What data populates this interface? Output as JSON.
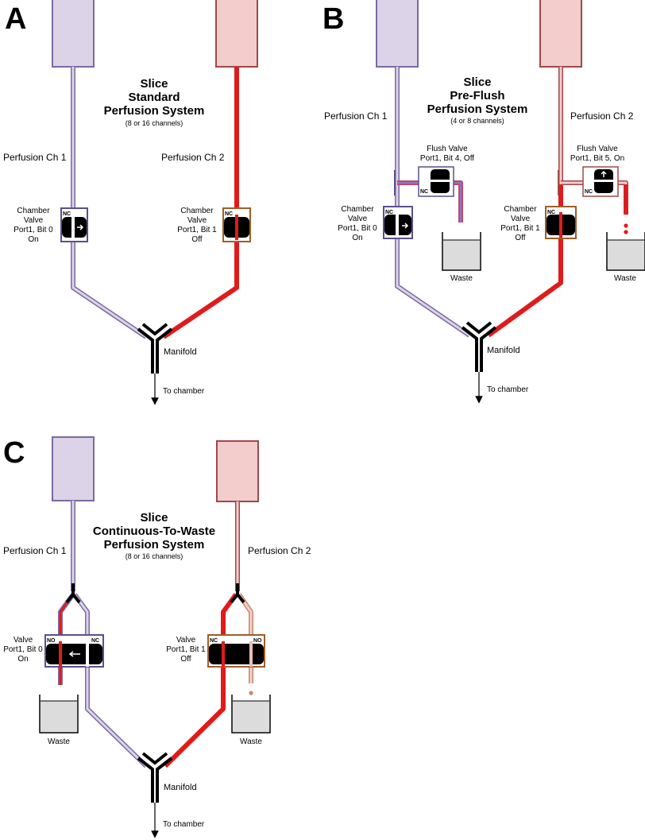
{
  "colors": {
    "ch1_fill": "#dcd3e8",
    "ch1_border": "#7a6aa4",
    "ch1_tube": "#b8acd6",
    "ch2_fill": "#f3cccc",
    "ch2_border": "#a04848",
    "ch2_tube": "#e01b1b",
    "ch2_tube_light": "#eac0b6",
    "valve_ch1_border": "#5e4e8c",
    "valve_ch2_border": "#a05d28",
    "waste_fill": "#dcdcdc",
    "flush_pipe_outer": "#c8466e",
    "flush_pipe_inner": "#8a7abf"
  },
  "panel_a": {
    "letter": "A",
    "title": [
      "Slice",
      "Standard",
      "Perfusion System"
    ],
    "subtitle": "(8 or 16 channels)",
    "ch1_label": "Perfusion Ch 1",
    "ch2_label": "Perfusion Ch 2",
    "valve1": {
      "tag": "NC",
      "lines": [
        "Chamber",
        "Valve",
        "Port1, Bit 0",
        "On"
      ]
    },
    "valve2": {
      "tag": "NC",
      "lines": [
        "Chamber",
        "Valve",
        "Port1, Bit 1",
        "Off"
      ]
    },
    "manifold": "Manifold",
    "outlet": "To chamber"
  },
  "panel_b": {
    "letter": "B",
    "title": [
      "Slice",
      "Pre-Flush",
      "Perfusion System"
    ],
    "subtitle": "(4 or 8 channels)",
    "ch1_label": "Perfusion Ch 1",
    "ch2_label": "Perfusion Ch 2",
    "flush1": {
      "tag": "NC",
      "lines": [
        "Flush Valve",
        "Port1, Bit 4, Off"
      ]
    },
    "flush2": {
      "tag": "NC",
      "lines": [
        "Flush Valve",
        "Port1, Bit 5, On"
      ]
    },
    "valve1": {
      "tag": "NC",
      "lines": [
        "Chamber",
        "Valve",
        "Port1, Bit 0",
        "On"
      ]
    },
    "valve2": {
      "tag": "NC",
      "lines": [
        "Chamber",
        "Valve",
        "Port1, Bit 1",
        "Off"
      ]
    },
    "waste1": "Waste",
    "waste2": "Waste",
    "manifold": "Manifold",
    "outlet": "To chamber"
  },
  "panel_c": {
    "letter": "C",
    "title": [
      "Slice",
      "Continuous-To-Waste",
      "Perfusion System"
    ],
    "subtitle": "(8 or 16 channels)",
    "ch1_label": "Perfusion Ch 1",
    "ch2_label": "Perfusion Ch 2",
    "valve1": {
      "tag_no": "NO",
      "tag_nc": "NC",
      "lines": [
        "Valve",
        "Port1, Bit 0",
        "On"
      ]
    },
    "valve2": {
      "tag_no": "NC",
      "tag_nc": "NO",
      "lines": [
        "Valve",
        "Port1, Bit 1",
        "Off"
      ]
    },
    "waste1": "Waste",
    "waste2": "Waste",
    "manifold": "Manifold",
    "outlet": "To chamber"
  }
}
